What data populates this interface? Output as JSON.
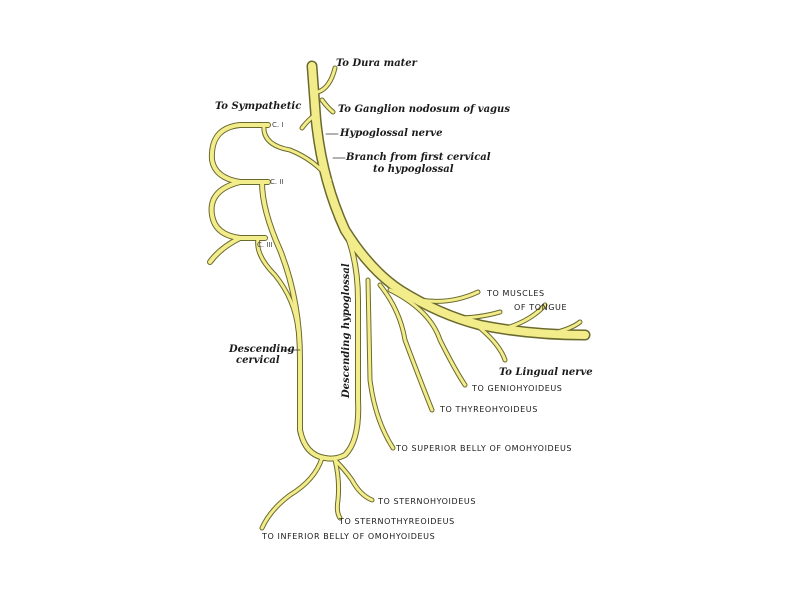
{
  "diagram": {
    "title": "Hypoglossal nerve, cervical plexus, and their branches",
    "colors": {
      "nerve_fill": "#f2ec8a",
      "nerve_outline": "#6b6a2e",
      "background": "#ffffff",
      "text": "#1a1a1a"
    },
    "labels": {
      "to_dura_mater": "To Dura mater",
      "to_sympathetic": "To Sympathetic",
      "to_ganglion": "To Ganglion nodosum of vagus",
      "hypoglossal_nerve": "Hypoglossal nerve",
      "branch_first_cervical_1": "Branch from first cervical",
      "branch_first_cervical_2": "to hypoglossal",
      "c1": "C. I",
      "c2": "C. II",
      "c3": "C. III",
      "descending_cervical_1": "Descending",
      "descending_cervical_2": "cervical",
      "descending_hypoglossal": "Descending hypoglossal",
      "muscles_of_tongue_1": "TO MUSCLES",
      "muscles_of_tongue_2": "OF TONGUE",
      "lingual_nerve": "To Lingual nerve",
      "geniohyoideus": "TO GENIOHYOIDEUS",
      "thyreohyoideus": "TO THYREOHYOIDEUS",
      "superior_belly": "TO SUPERIOR BELLY OF OMOHYOIDEUS",
      "sternohyoideus": "TO STERNOHYOIDEUS",
      "sternothyreoideus": "TO STERNOTHYREOIDEUS",
      "inferior_belly": "TO INFERIOR BELLY OF OMOHYOIDEUS"
    }
  }
}
